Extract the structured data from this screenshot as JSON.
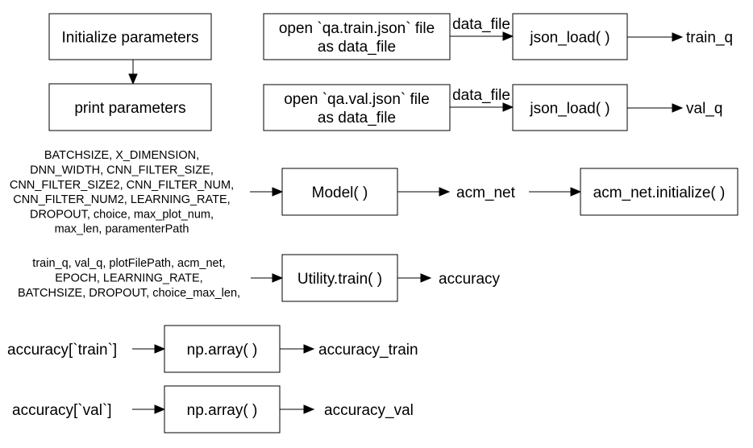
{
  "nodes": {
    "init_params": "Initialize parameters",
    "print_params": "print parameters",
    "open_train": [
      "open `qa.train.json` file",
      "as data_file"
    ],
    "open_val": [
      "open `qa.val.json` file",
      "as data_file"
    ],
    "json_load_train": "json_load( )",
    "json_load_val": "json_load( )",
    "train_q": "train_q",
    "val_q": "val_q",
    "model_args": [
      "BATCHSIZE, X_DIMENSION,",
      "DNN_WIDTH, CNN_FILTER_SIZE,",
      "CNN_FILTER_SIZE2, CNN_FILTER_NUM,",
      "CNN_FILTER_NUM2, LEARNING_RATE,",
      "DROPOUT, choice, max_plot_num,",
      "max_len, paramenterPath"
    ],
    "model": "Model( )",
    "acm_net": "acm_net",
    "acm_net_initialize": "acm_net.initialize( )",
    "train_args": [
      "train_q, val_q, plotFilePath, acm_net,",
      "EPOCH, LEARNING_RATE,",
      "BATCHSIZE, DROPOUT, choice_max_len,"
    ],
    "utility_train": "Utility.train( )",
    "accuracy": "accuracy",
    "accuracy_train_in": "accuracy[`train`]",
    "np_array_train": "np.array( )",
    "accuracy_train": "accuracy_train",
    "accuracy_val_in": "accuracy[`val`]",
    "np_array_val": "np.array( )",
    "accuracy_val": "accuracy_val"
  },
  "edge_labels": {
    "train_file": "data_file",
    "val_file": "data_file"
  }
}
